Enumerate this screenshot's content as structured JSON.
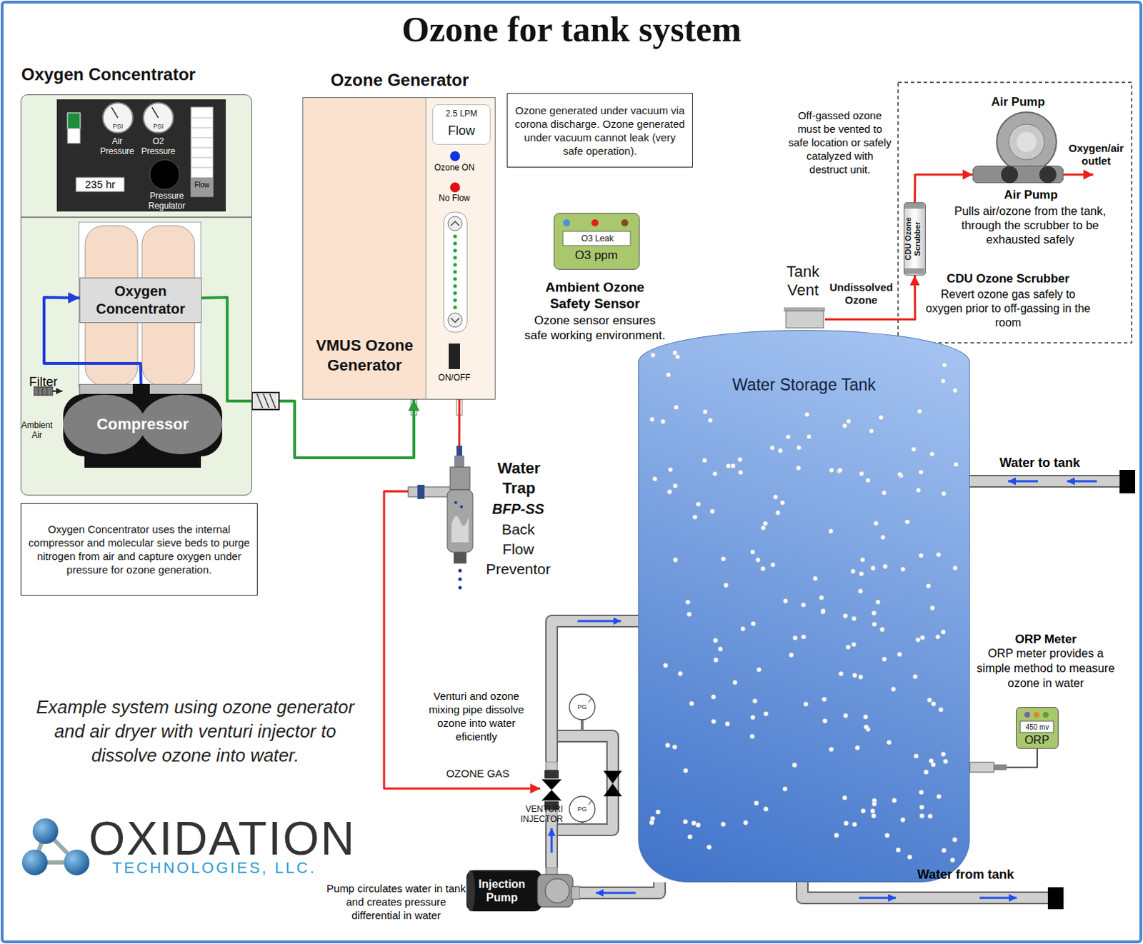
{
  "diagram": {
    "title": "Ozone for tank system",
    "caption": "Example system using ozone generator and air dryer with venturi injector to dissolve ozone into water.",
    "nodes": [
      {
        "text": [
          "Oxygen Concentrator"
        ]
      },
      {
        "text": [
          "Oxygen Concentrator"
        ],
        "in": 0
      },
      {
        "text": [
          "Compressor"
        ],
        "in": 0
      },
      {
        "text": [
          "Oxygen Concentrator uses the internal compressor and molecular sieve beds to purge nitrogen from air and capture oxygen under pressure for ozone generation."
        ]
      },
      {
        "text": [
          "Ozone Generator",
          "VMUS Ozone Generator"
        ]
      },
      {
        "text": [
          "2.5 LPM",
          "Flow"
        ],
        "in": 4
      },
      {
        "text": [
          "Ozone generated under vacuum via corona discharge. Ozone generated under vacuum cannot leak (very safe operation)."
        ]
      },
      {
        "text": [
          "O3 Leak",
          "O3 ppm"
        ]
      },
      {
        "text": [
          "Water Trap",
          "BFP-SS",
          "Back Flow Preventor"
        ]
      },
      {
        "text": [
          "Tank Vent"
        ]
      },
      {
        "text": [
          "CDU Ozone Scrubber"
        ]
      },
      {
        "text": [
          "Air Pump"
        ]
      },
      {
        "text": [
          "Water Storage Tank"
        ]
      },
      {
        "text": [
          "450 mv",
          "ORP"
        ]
      },
      {
        "text": [
          "Injection Pump"
        ]
      },
      {
        "text": [
          "VENTURI INJECTOR"
        ]
      }
    ],
    "edges": [
      {
        "from": 2,
        "to": 1,
        "arrow": "to"
      },
      {
        "from": 1,
        "to": 4,
        "arrow": "to"
      },
      {
        "from": 4,
        "to": 8,
        "arrow": "none"
      },
      {
        "from": 8,
        "to": 15,
        "label": "OZONE GAS",
        "arrow": "to"
      },
      {
        "from": 12,
        "to": 14,
        "arrow": "to"
      },
      {
        "from": 14,
        "to": 15,
        "arrow": "to"
      },
      {
        "from": 15,
        "to": 12,
        "arrow": "to"
      },
      {
        "from": 9,
        "to": 10,
        "label": "Undissolved Ozone",
        "arrow": "to"
      },
      {
        "from": 10,
        "to": 11,
        "arrow": "to"
      },
      {
        "from": 13,
        "to": 12,
        "arrow": "none"
      }
    ],
    "labels": [
      "PSI",
      "PSI",
      "Air Pressure",
      "O2 Pressure",
      "235 hr",
      "Pressure Regulator",
      "Flow",
      "Filter",
      "Ambient Air",
      "Ozone ON",
      "No Flow",
      "ON/OFF",
      "Ambient Ozone Safety Sensor",
      "Ozone sensor ensures safe working environment.",
      "Off-gassed ozone must be vented to safe location or safely catalyzed with destruct unit.",
      "Oxygen/air outlet",
      "Air Pump",
      "Pulls air/ozone from the tank, through the scrubber to be exhausted safely",
      "CDU Ozone Scrubber",
      "Revert ozone gas safely to oxygen prior to off-gassing in the room",
      "Water to tank",
      "Water from tank",
      "ORP Meter",
      "ORP meter provides a simple method to measure ozone in water",
      "Venturi and ozone mixing pipe dissolve ozone into water eficiently",
      "PG",
      "PG",
      "Pump circulates water in tank and creates pressure differential in water",
      "OXIDATION",
      "TECHNOLOGIES, LLC."
    ]
  }
}
